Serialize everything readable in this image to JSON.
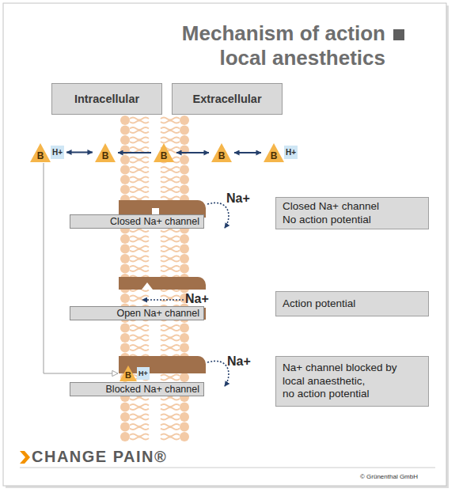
{
  "diagram": {
    "title": "Mechanism of action local anesthetics",
    "nodes": [
      {
        "text": [
          "Intracellular"
        ]
      },
      {
        "text": [
          "Extracellular"
        ]
      },
      {
        "text": [
          "B"
        ]
      },
      {
        "text": [
          "H+"
        ]
      },
      {
        "text": [
          "B"
        ]
      },
      {
        "text": [
          "B"
        ]
      },
      {
        "text": [
          "B"
        ]
      },
      {
        "text": [
          "B"
        ]
      },
      {
        "text": [
          "H+"
        ]
      },
      {
        "text": [
          "Closed Na+ channel"
        ]
      },
      {
        "text": [
          "Closed Na+ channel",
          "No action potential"
        ]
      },
      {
        "text": [
          "Open Na+ channel"
        ]
      },
      {
        "text": [
          "Action potential"
        ]
      },
      {
        "text": [
          "B"
        ]
      },
      {
        "text": [
          "H+"
        ]
      },
      {
        "text": [
          "Blocked Na+ channel"
        ]
      },
      {
        "text": [
          "Na+ channel blocked by local anaesthetic,",
          "no action potential"
        ]
      }
    ],
    "edges": [
      {
        "from": 3,
        "to": 4,
        "arrow": "both"
      },
      {
        "from": 5,
        "to": 4,
        "arrow": "to"
      },
      {
        "from": 5,
        "to": 6,
        "arrow": "both"
      },
      {
        "from": 6,
        "to": 7,
        "arrow": "both"
      },
      {
        "from": 2,
        "to": 13,
        "arrow": "to"
      }
    ],
    "labels": [
      "Na+",
      "Na+",
      "Na+",
      "CHANGE PAIN®",
      "© Grünenthal GmbH"
    ]
  }
}
